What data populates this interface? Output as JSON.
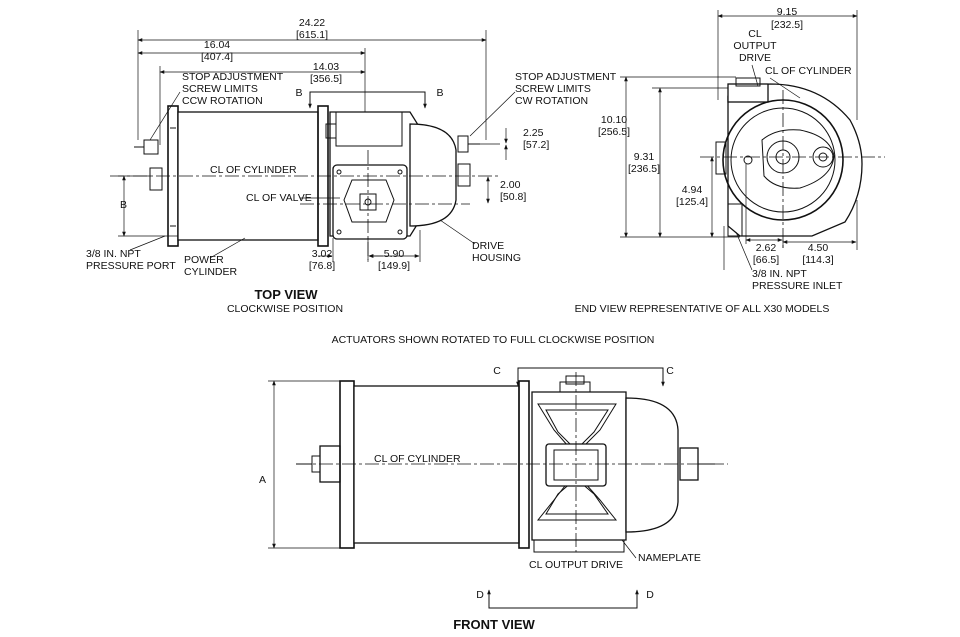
{
  "top_view": {
    "title": "TOP VIEW",
    "subtitle": "CLOCKWISE POSITION",
    "dims": {
      "overall": "24.22",
      "overall_mm": "[615.1]",
      "d16": "16.04",
      "d16_mm": "[407.4]",
      "d14": "14.03",
      "d14_mm": "[356.5]",
      "d225": "2.25",
      "d225_mm": "[57.2]",
      "d200": "2.00",
      "d200_mm": "[50.8]",
      "d302": "3.02",
      "d302_mm": "[76.8]",
      "d590": "5.90",
      "d590_mm": "[149.9]"
    },
    "labels": {
      "stop_ccw": [
        "STOP ADJUSTMENT",
        "SCREW LIMITS",
        "CCW ROTATION"
      ],
      "stop_cw": [
        "STOP ADJUSTMENT",
        "SCREW LIMITS",
        "CW ROTATION"
      ],
      "cl_cylinder": "CL OF CYLINDER",
      "cl_valve": "CL OF VALVE",
      "npt": [
        "3/8 IN. NPT",
        "PRESSURE PORT"
      ],
      "power_cyl": [
        "POWER",
        "CYLINDER"
      ],
      "drive_housing": [
        "DRIVE",
        "HOUSING"
      ],
      "b": "B",
      "section_b": "B"
    }
  },
  "end_view": {
    "caption": "END VIEW REPRESENTATIVE OF ALL X30 MODELS",
    "dims": {
      "w915": "9.15",
      "w915_mm": "[232.5]",
      "h1010": "10.10",
      "h1010_mm": "[256.5]",
      "h931": "9.31",
      "h931_mm": "[236.5]",
      "h494": "4.94",
      "h494_mm": "[125.4]",
      "w262": "2.62",
      "w262_mm": "[66.5]",
      "w450": "4.50",
      "w450_mm": "[114.3]"
    },
    "labels": {
      "cl_output": [
        "CL",
        "OUTPUT",
        "DRIVE"
      ],
      "cl_cylinder": "CL OF CYLINDER",
      "npt": [
        "3/8 IN. NPT",
        "PRESSURE INLET"
      ]
    }
  },
  "note": "ACTUATORS SHOWN ROTATED TO FULL CLOCKWISE POSITION",
  "front_view": {
    "title": "FRONT VIEW",
    "labels": {
      "cl_cylinder": "CL OF CYLINDER",
      "cl_output": "CL OUTPUT DRIVE",
      "nameplate": "NAMEPLATE",
      "a": "A",
      "c": "C",
      "d": "D"
    }
  }
}
